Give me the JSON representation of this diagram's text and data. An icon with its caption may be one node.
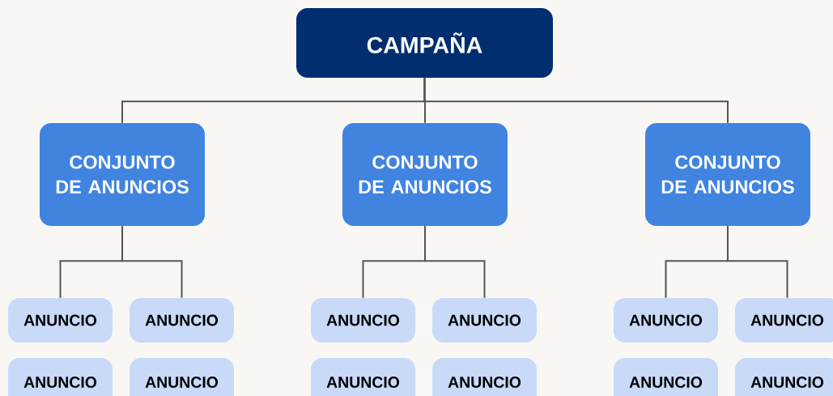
{
  "diagram": {
    "nodes": [
      {
        "text": [
          "CAMPAÑA"
        ]
      },
      {
        "text": [
          "CONJUNTO DE ANUNCIOS"
        ]
      },
      {
        "text": [
          "CONJUNTO DE ANUNCIOS"
        ]
      },
      {
        "text": [
          "CONJUNTO DE ANUNCIOS"
        ]
      },
      {
        "text": [
          "ANUNCIO"
        ]
      },
      {
        "text": [
          "ANUNCIO"
        ]
      },
      {
        "text": [
          "ANUNCIO"
        ]
      },
      {
        "text": [
          "ANUNCIO"
        ]
      },
      {
        "text": [
          "ANUNCIO"
        ]
      },
      {
        "text": [
          "ANUNCIO"
        ]
      },
      {
        "text": [
          "ANUNCIO"
        ]
      },
      {
        "text": [
          "ANUNCIO"
        ]
      },
      {
        "text": [
          "ANUNCIO"
        ]
      },
      {
        "text": [
          "ANUNCIO"
        ]
      },
      {
        "text": [
          "ANUNCIO"
        ]
      },
      {
        "text": [
          "ANUNCIO"
        ]
      }
    ],
    "edges": [
      {
        "from": 0,
        "to": 1,
        "arrow": "none"
      },
      {
        "from": 0,
        "to": 2,
        "arrow": "none"
      },
      {
        "from": 0,
        "to": 3,
        "arrow": "none"
      },
      {
        "from": 1,
        "to": 4,
        "arrow": "none"
      },
      {
        "from": 1,
        "to": 5,
        "arrow": "none"
      },
      {
        "from": 2,
        "to": 6,
        "arrow": "none"
      },
      {
        "from": 2,
        "to": 7,
        "arrow": "none"
      },
      {
        "from": 3,
        "to": 8,
        "arrow": "none"
      },
      {
        "from": 3,
        "to": 9,
        "arrow": "none"
      }
    ]
  }
}
